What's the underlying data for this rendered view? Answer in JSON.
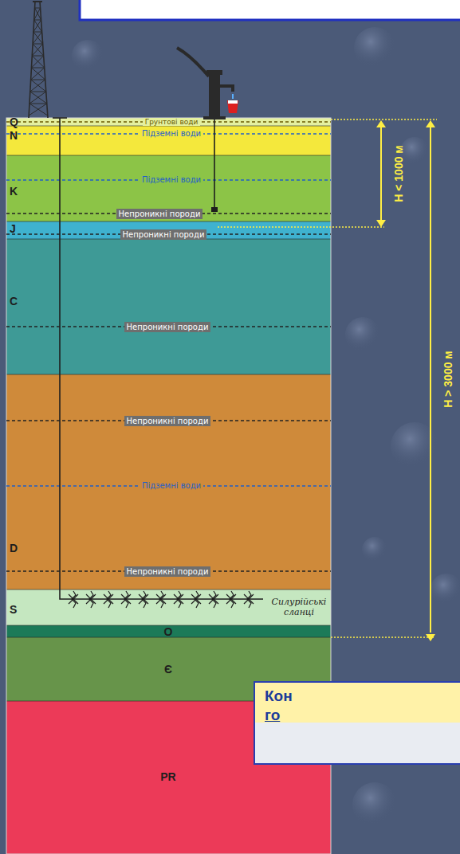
{
  "diagram": {
    "nodes": [
      {
        "text": [
          "Q",
          "Грунтові води"
        ]
      },
      {
        "text": [
          "N",
          "Підземні води"
        ]
      },
      {
        "text": [
          "K",
          "Підземні води",
          "Непроникні породи"
        ]
      },
      {
        "text": [
          "J",
          "Непроникні породи"
        ]
      },
      {
        "text": [
          "C",
          "Непроникні породи"
        ]
      },
      {
        "text": [
          "Непроникні породи",
          "Підземні води",
          "D",
          "Непроникні породи"
        ]
      },
      {
        "text": [
          "S",
          "Силурійські сланці"
        ]
      },
      {
        "text": [
          "O"
        ]
      },
      {
        "text": [
          "Є"
        ]
      },
      {
        "text": [
          "PR"
        ]
      },
      {
        "text": [
          "Кон",
          "го"
        ]
      }
    ],
    "labels": [
      "H < 1000 м",
      "H > 3000 м"
    ]
  }
}
